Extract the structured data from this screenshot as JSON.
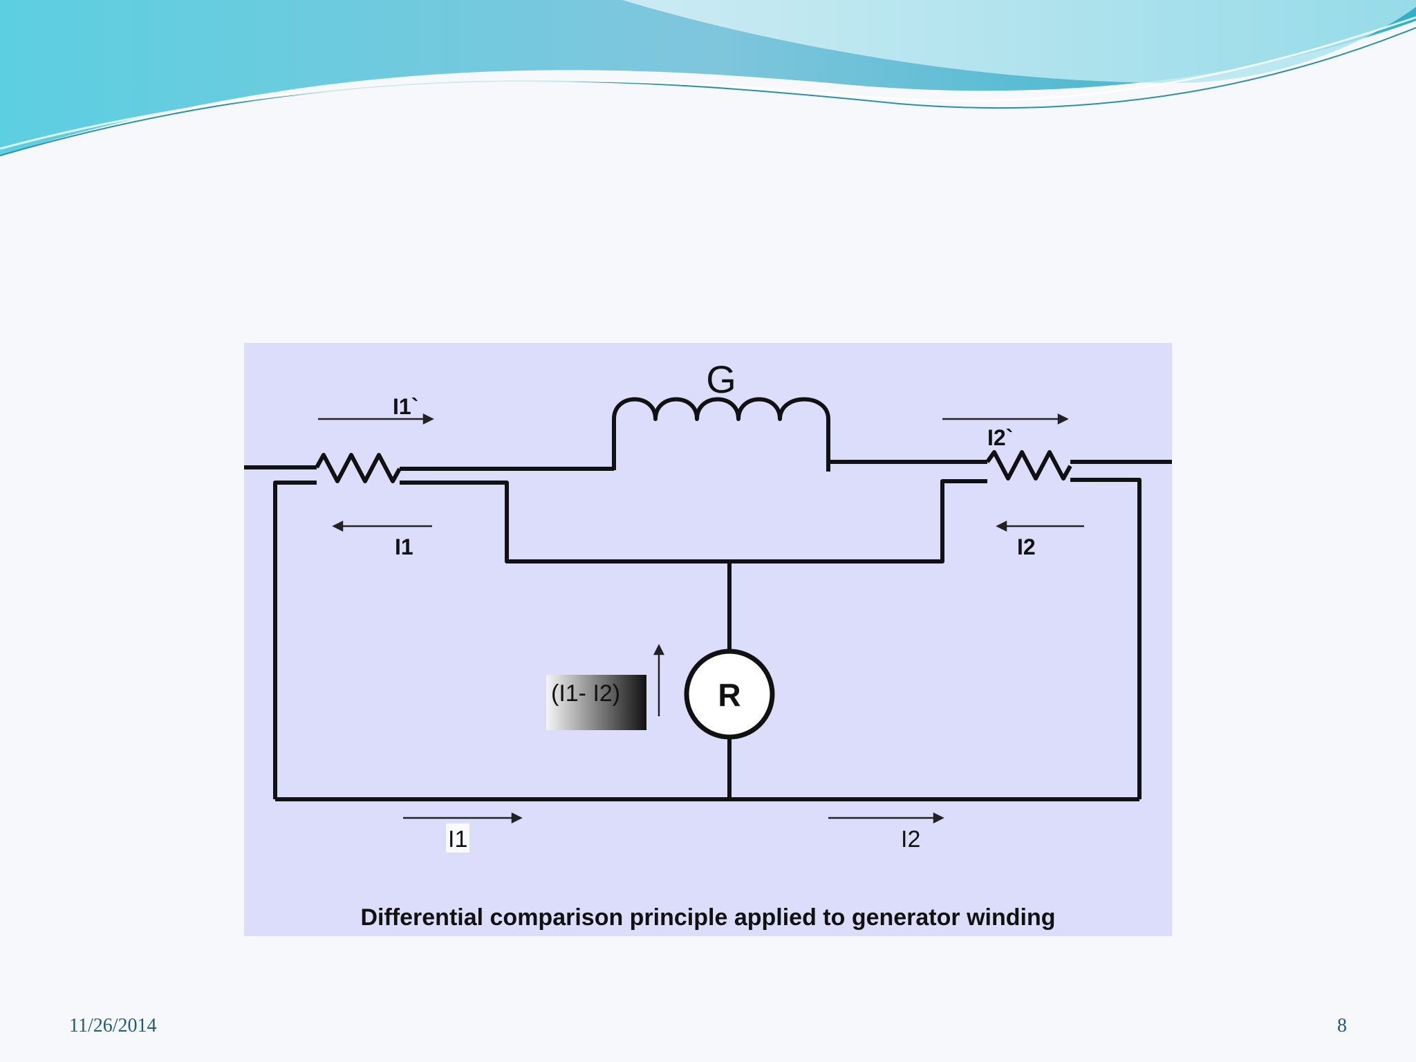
{
  "slide": {
    "date": "11/26/2014",
    "page_number": "8"
  },
  "diagram": {
    "generator_label": "G",
    "relay_label": "R",
    "ct_left_primary_label": "I1`",
    "ct_left_secondary_label": "I1",
    "ct_right_primary_label": "I2`",
    "ct_right_secondary_label": "I2",
    "bottom_left_current_label": "I1",
    "bottom_right_current_label": "I2",
    "differential_label": "(I1- I2)",
    "caption": "Differential comparison principle applied to generator winding"
  },
  "colors": {
    "panel_background": "#dcdcfb",
    "wave_light": "#a8e3ee",
    "wave_dark": "#2fb0c6",
    "footer_text": "#1e5d7a"
  }
}
